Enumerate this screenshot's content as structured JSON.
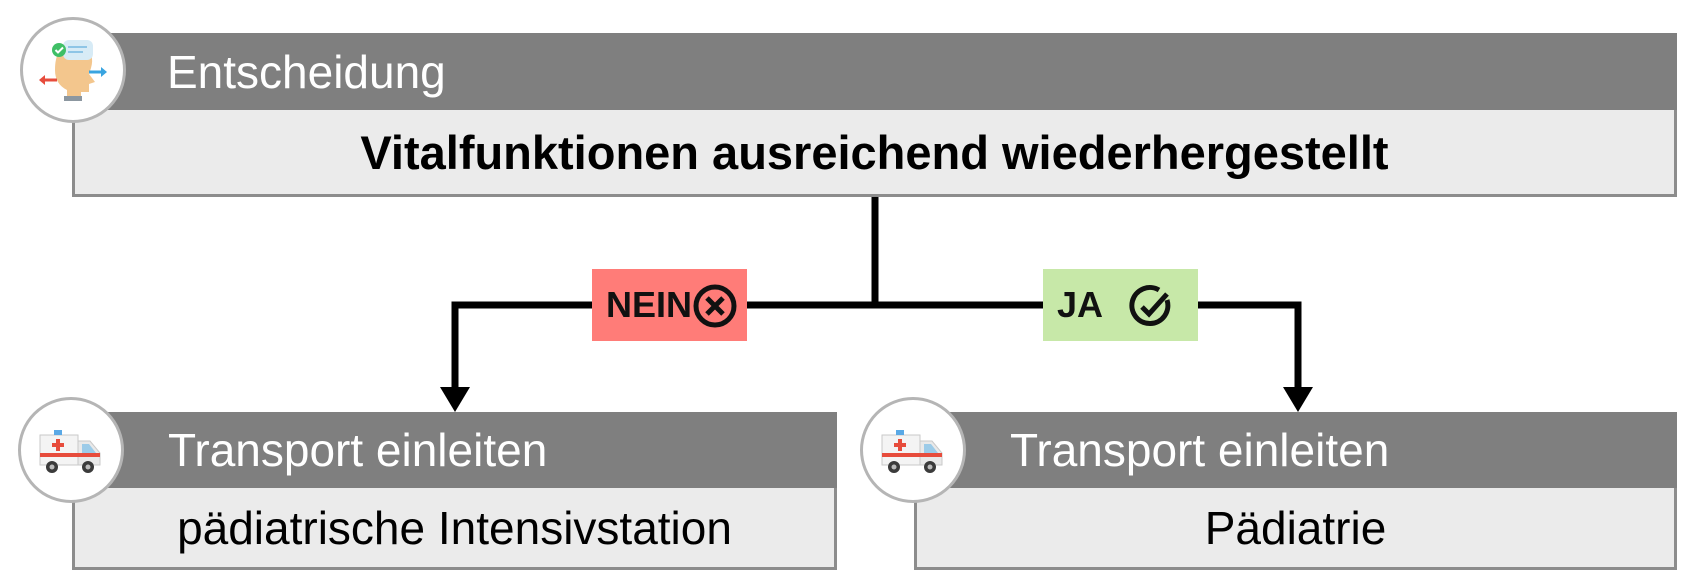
{
  "decision": {
    "header": "Entscheidung",
    "question": "Vitalfunktionen ausreichend wiederhergestellt",
    "icon": "decision-thinking-icon"
  },
  "branches": {
    "no": {
      "label": "NEIN",
      "icon": "x-circle-icon",
      "color": "#ff7c78"
    },
    "yes": {
      "label": "JA",
      "icon": "check-circle-icon",
      "color": "#c7e8a8"
    }
  },
  "outcomes": {
    "left": {
      "header": "Transport einleiten",
      "detail": "pädiatrische Intensivstation",
      "icon": "ambulance-icon"
    },
    "right": {
      "header": "Transport einleiten",
      "detail": "Pädiatrie",
      "icon": "ambulance-icon"
    }
  },
  "colors": {
    "header_bg": "#7f7f7f",
    "body_bg": "#ebebeb"
  }
}
